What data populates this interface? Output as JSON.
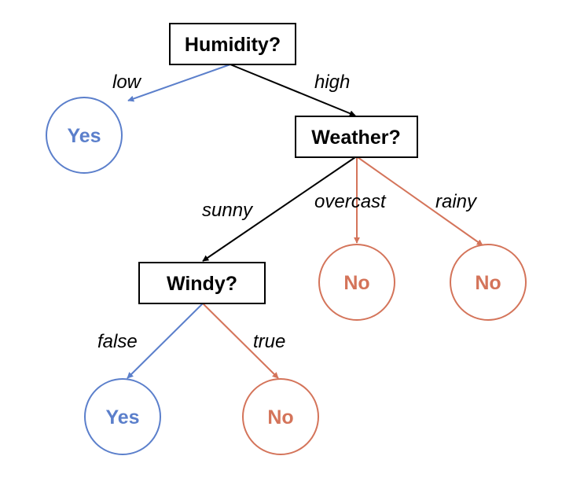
{
  "colors": {
    "decision": "#000000",
    "yes": "#5b7fcb",
    "no": "#d4745a"
  },
  "nodes": {
    "humidity": {
      "label": "Humidity?"
    },
    "weather": {
      "label": "Weather?"
    },
    "windy": {
      "label": "Windy?"
    },
    "leaf_low": {
      "label": "Yes",
      "outcome": "yes"
    },
    "leaf_overcast": {
      "label": "No",
      "outcome": "no"
    },
    "leaf_rainy": {
      "label": "No",
      "outcome": "no"
    },
    "leaf_false": {
      "label": "Yes",
      "outcome": "yes"
    },
    "leaf_true": {
      "label": "No",
      "outcome": "no"
    }
  },
  "edges": {
    "low": {
      "label": "low"
    },
    "high": {
      "label": "high"
    },
    "sunny": {
      "label": "sunny"
    },
    "overcast": {
      "label": "overcast"
    },
    "rainy": {
      "label": "rainy"
    },
    "false": {
      "label": "false"
    },
    "true": {
      "label": "true"
    }
  }
}
